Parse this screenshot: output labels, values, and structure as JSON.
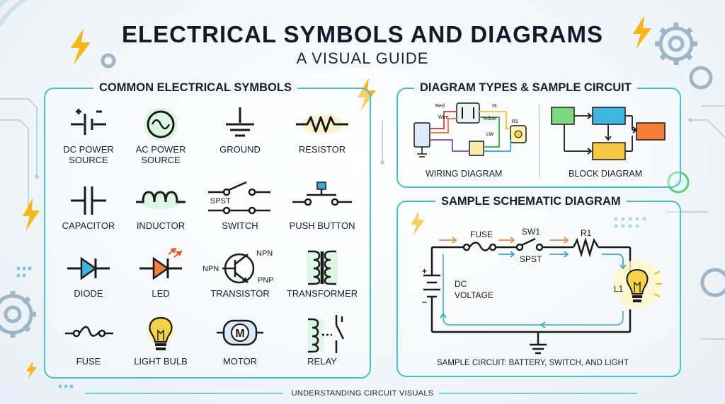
{
  "header": {
    "title": "ELECTRICAL SYMBOLS AND DIAGRAMS",
    "subtitle": "A VISUAL GUIDE"
  },
  "symbols_panel": {
    "title": "COMMON ELECTRICAL SYMBOLS",
    "items": [
      {
        "label": "DC POWER SOURCE",
        "icon": "dc-power-source"
      },
      {
        "label": "AC POWER SOURCE",
        "icon": "ac-power-source"
      },
      {
        "label": "GROUND",
        "icon": "ground"
      },
      {
        "label": "RESISTOR",
        "icon": "resistor"
      },
      {
        "label": "CAPACITOR",
        "icon": "capacitor"
      },
      {
        "label": "INDUCTOR",
        "icon": "inductor"
      },
      {
        "label": "SWITCH",
        "icon": "switch"
      },
      {
        "label": "PUSH BUTTON",
        "icon": "push-button"
      },
      {
        "label": "DIODE",
        "icon": "diode"
      },
      {
        "label": "LED",
        "icon": "led"
      },
      {
        "label": "TRANSISTOR",
        "icon": "transistor"
      },
      {
        "label": "TRANSFORMER",
        "icon": "transformer"
      },
      {
        "label": "FUSE",
        "icon": "fuse"
      },
      {
        "label": "LIGHT BULB",
        "icon": "light-bulb"
      },
      {
        "label": "MOTOR",
        "icon": "motor"
      },
      {
        "label": "RELAY",
        "icon": "relay"
      }
    ],
    "switch_tag": "SPST",
    "transistor_tags": {
      "npn_top": "NPN",
      "npn_left": "NPN",
      "pnp": "PNP"
    },
    "motor_letter": "M"
  },
  "types_panel": {
    "title": "DIAGRAM TYPES & SAMPLE CIRCUIT",
    "wiring_label": "WIRING DIAGRAM",
    "block_label": "BLOCK DIAGRAM",
    "wiring_tags": {
      "red": "Red",
      "wire": "Wire",
      "yellow": "Yellow",
      "is": "IS",
      "r1": "R1",
      "lw": "LW"
    }
  },
  "schematic_panel": {
    "title": "SAMPLE SCHEMATIC DIAGRAM",
    "fuse": "FUSE",
    "sw1": "SW1",
    "spst": "SPST",
    "r1": "R1",
    "l1": "L1",
    "dc": "DC",
    "voltage": "VOLTAGE",
    "plus": "+",
    "minus": "−",
    "caption": "SAMPLE CIRCUIT: BATTERY, SWITCH, AND LIGHT"
  },
  "footer": "UNDERSTANDING CIRCUIT VISUALS",
  "colors": {
    "accent_teal": "#46c1c7",
    "lightning": "#f5b71b",
    "block_green": "#7ed97e",
    "block_blue": "#3fb6e0",
    "block_yellow": "#f6c944",
    "block_orange": "#f47e3a"
  }
}
